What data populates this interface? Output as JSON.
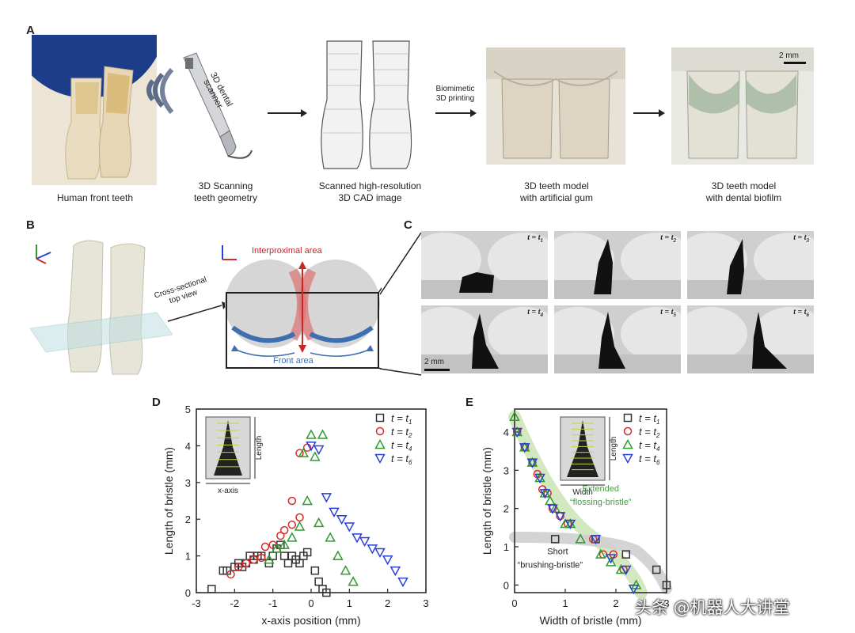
{
  "panels": {
    "A": "A",
    "B": "B",
    "C": "C",
    "D": "D",
    "E": "E"
  },
  "panel_a": {
    "cap1": "Human front teeth",
    "scanner_label": "3D dental scanner",
    "cap2_l1": "3D Scanning",
    "cap2_l2": "teeth geometry",
    "cap3_l1": "Scanned high-resolution",
    "cap3_l2": "3D CAD image",
    "arrow_l1": "Biomimetic",
    "arrow_l2": "3D printing",
    "cap4_l1": "3D teeth model",
    "cap4_l2": "with artificial gum",
    "cap5_l1": "3D teeth model",
    "cap5_l2": "with dental biofilm",
    "scale": "2 mm"
  },
  "panel_b": {
    "cross_l1": "Cross-sectional",
    "cross_l2": "top view",
    "interproximal": "Interproximal area",
    "front": "Front area"
  },
  "panel_c": {
    "frames": [
      {
        "t": "t = t",
        "sub": "1"
      },
      {
        "t": "t = t",
        "sub": "2"
      },
      {
        "t": "t = t",
        "sub": "3"
      },
      {
        "t": "t = t",
        "sub": "4"
      },
      {
        "t": "t = t",
        "sub": "5"
      },
      {
        "t": "t = t",
        "sub": "6"
      }
    ],
    "scale": "2 mm"
  },
  "chart_data": [
    {
      "type": "scatter",
      "xlabel": "x-axis position (mm)",
      "ylabel": "Length of bristle (mm)",
      "xlim": [
        -3,
        3
      ],
      "ylim": [
        0,
        5
      ],
      "xticks": [
        "-3",
        "-2",
        "-1",
        "0",
        "1",
        "2",
        "3"
      ],
      "yticks": [
        "0",
        "1",
        "2",
        "3",
        "4",
        "5"
      ],
      "inset": {
        "xlabel": "x-axis",
        "ylabel": "Length"
      },
      "series": [
        {
          "name": "t = t1",
          "marker": "square",
          "color": "#333333",
          "x": [
            -2.6,
            -2.3,
            -2.2,
            -2.0,
            -1.9,
            -1.8,
            -1.7,
            -1.6,
            -1.5,
            -1.4,
            -1.3,
            -1.1,
            -1.0,
            -0.9,
            -0.8,
            -0.7,
            -0.6,
            -0.5,
            -0.4,
            -0.3,
            -0.2,
            -0.1,
            0.1,
            0.2,
            0.3,
            0.4
          ],
          "y": [
            0.1,
            0.6,
            0.6,
            0.7,
            0.8,
            0.7,
            0.8,
            1.0,
            0.9,
            1.0,
            1.0,
            0.8,
            1.0,
            1.2,
            1.3,
            1.0,
            0.8,
            1.0,
            0.9,
            0.8,
            1.0,
            1.1,
            0.6,
            0.3,
            0.1,
            0.0
          ]
        },
        {
          "name": "t = t2",
          "marker": "circle",
          "color": "#d62a2a",
          "x": [
            -2.1,
            -1.9,
            -1.7,
            -1.5,
            -1.3,
            -1.2,
            -1.0,
            -0.8,
            -0.7,
            -0.5,
            -0.3,
            -0.5,
            -0.3,
            -0.1
          ],
          "y": [
            0.5,
            0.7,
            0.8,
            0.9,
            0.95,
            1.25,
            1.3,
            1.55,
            1.7,
            1.85,
            2.05,
            2.5,
            3.8,
            3.95
          ]
        },
        {
          "name": "t = t4",
          "marker": "triangle-up",
          "color": "#2e9b2e",
          "x": [
            -1.1,
            -0.9,
            -0.7,
            -0.5,
            -0.3,
            -0.1,
            0.1,
            0.3,
            0.5,
            0.7,
            0.9,
            1.1,
            0.0,
            -0.2,
            0.2
          ],
          "y": [
            0.9,
            1.2,
            1.3,
            1.5,
            1.8,
            2.5,
            3.7,
            4.3,
            1.5,
            1.0,
            0.6,
            0.3,
            4.3,
            3.8,
            1.9
          ]
        },
        {
          "name": "t = t6",
          "marker": "triangle-down",
          "color": "#2a3fd6",
          "x": [
            0.0,
            0.2,
            0.4,
            0.6,
            0.8,
            1.0,
            1.2,
            1.4,
            1.6,
            1.8,
            2.0,
            2.2,
            2.4
          ],
          "y": [
            4.0,
            3.9,
            2.6,
            2.2,
            2.0,
            1.8,
            1.5,
            1.4,
            1.2,
            1.1,
            0.9,
            0.6,
            0.3
          ]
        }
      ]
    },
    {
      "type": "scatter",
      "xlabel": "Width of bristle (mm)",
      "ylabel": "Length of bristle (mm)",
      "xlim": [
        0,
        3
      ],
      "ylim": [
        -0.2,
        4.6
      ],
      "xticks": [
        "0",
        "1",
        "2",
        "3"
      ],
      "yticks": [
        "0",
        "1",
        "2",
        "3",
        "4"
      ],
      "inset": {
        "xlabel": "Width",
        "ylabel": "Length"
      },
      "annotations": {
        "ext_l1": "Extended",
        "ext_l2": "“flossing-bristle”",
        "short_l1": "Short",
        "short_l2": "“brushing-bristle”"
      },
      "series": [
        {
          "name": "t = t1",
          "marker": "square",
          "color": "#333333",
          "x": [
            0.8,
            1.6,
            2.2,
            2.8,
            3.0
          ],
          "y": [
            1.2,
            1.2,
            0.8,
            0.4,
            0.0
          ]
        },
        {
          "name": "t = t2",
          "marker": "circle",
          "color": "#d62a2a",
          "x": [
            0.05,
            0.2,
            0.35,
            0.45,
            0.55,
            0.65,
            0.75,
            0.9,
            1.05,
            1.55,
            1.75,
            1.95,
            2.15
          ],
          "y": [
            4.0,
            3.6,
            3.2,
            2.9,
            2.5,
            2.4,
            2.0,
            1.8,
            1.6,
            1.2,
            0.8,
            0.8,
            0.4
          ]
        },
        {
          "name": "t = t4",
          "marker": "triangle-up",
          "color": "#2e9b2e",
          "x": [
            0.0,
            0.05,
            0.2,
            0.35,
            0.5,
            0.6,
            0.7,
            0.8,
            1.0,
            1.1,
            1.3,
            1.7,
            1.9,
            2.1,
            2.4
          ],
          "y": [
            4.4,
            4.0,
            3.6,
            3.2,
            2.8,
            2.4,
            2.2,
            2.0,
            1.6,
            1.6,
            1.2,
            0.8,
            0.6,
            0.4,
            0.0
          ]
        },
        {
          "name": "t = t6",
          "marker": "triangle-down",
          "color": "#2a3fd6",
          "x": [
            0.05,
            0.2,
            0.35,
            0.5,
            0.6,
            0.75,
            0.9,
            1.1,
            1.6,
            1.9,
            2.2,
            2.35
          ],
          "y": [
            4.0,
            3.6,
            3.2,
            2.8,
            2.4,
            2.0,
            1.8,
            1.6,
            1.2,
            0.7,
            0.4,
            -0.1
          ]
        }
      ]
    }
  ],
  "legend": [
    {
      "t": "t = t",
      "sub": "1"
    },
    {
      "t": "t = t",
      "sub": "2"
    },
    {
      "t": "t = t",
      "sub": "4"
    },
    {
      "t": "t = t",
      "sub": "6"
    }
  ],
  "watermark": "头条 @机器人大讲堂",
  "colors": {
    "red": "#c62828",
    "blue_shade": "#3e6fb0",
    "gum": "#8cc79a"
  }
}
